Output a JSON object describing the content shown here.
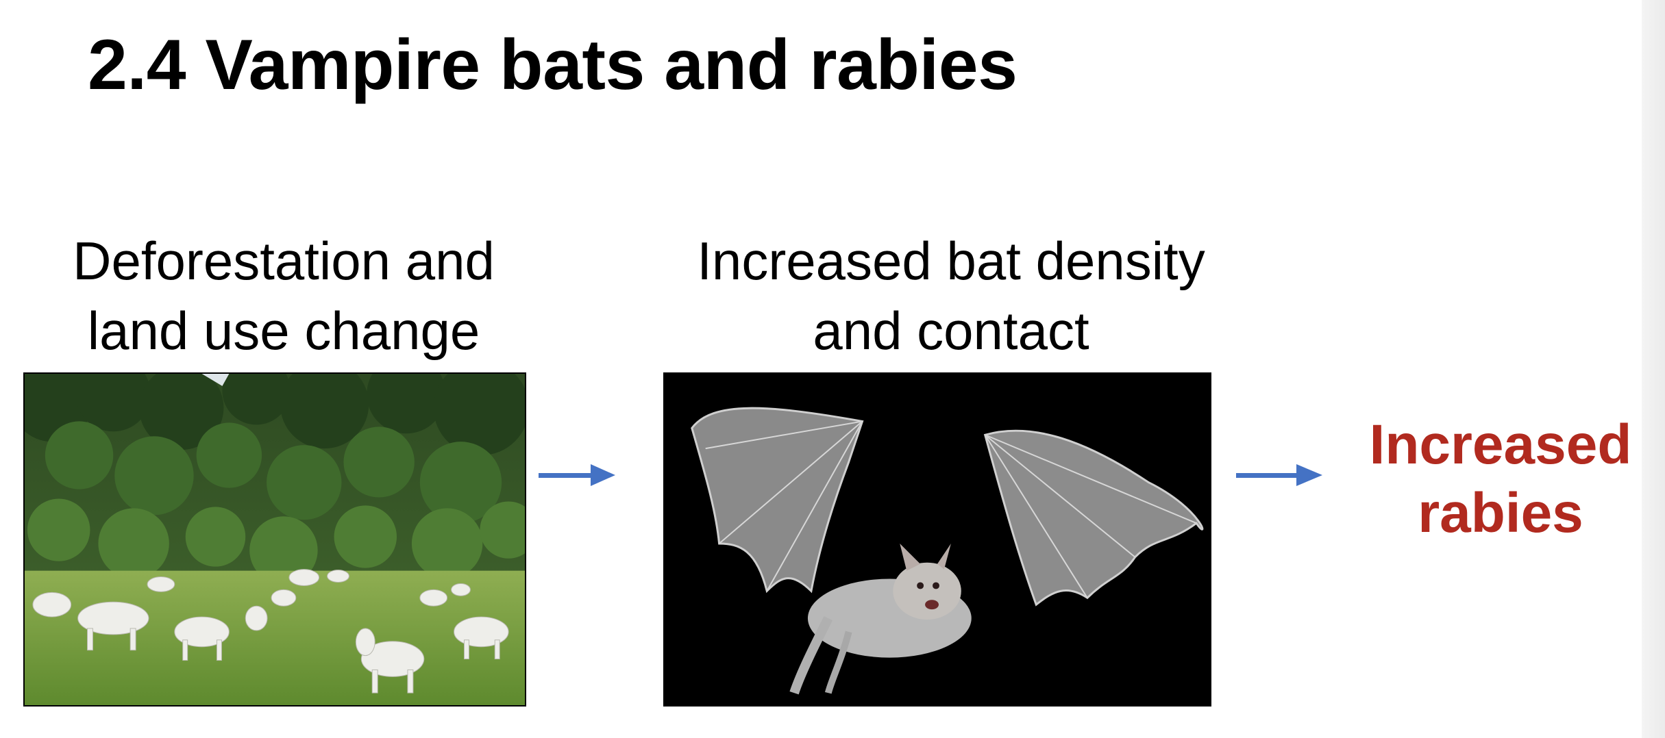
{
  "slide": {
    "title": "2.4 Vampire bats and rabies",
    "step1": {
      "caption_line1": "Deforestation and",
      "caption_line2": "land use change",
      "photo_subject": "cattle-grazing-near-forest"
    },
    "step2": {
      "caption_line1": "Increased bat density",
      "caption_line2": "and contact",
      "photo_subject": "vampire-bat-in-flight"
    },
    "outcome": {
      "line1": "Increased",
      "line2": "rabies"
    },
    "colors": {
      "title": "#000000",
      "caption": "#000000",
      "arrow": "#4472c4",
      "outcome": "#b12a1f",
      "background": "#ffffff"
    }
  }
}
